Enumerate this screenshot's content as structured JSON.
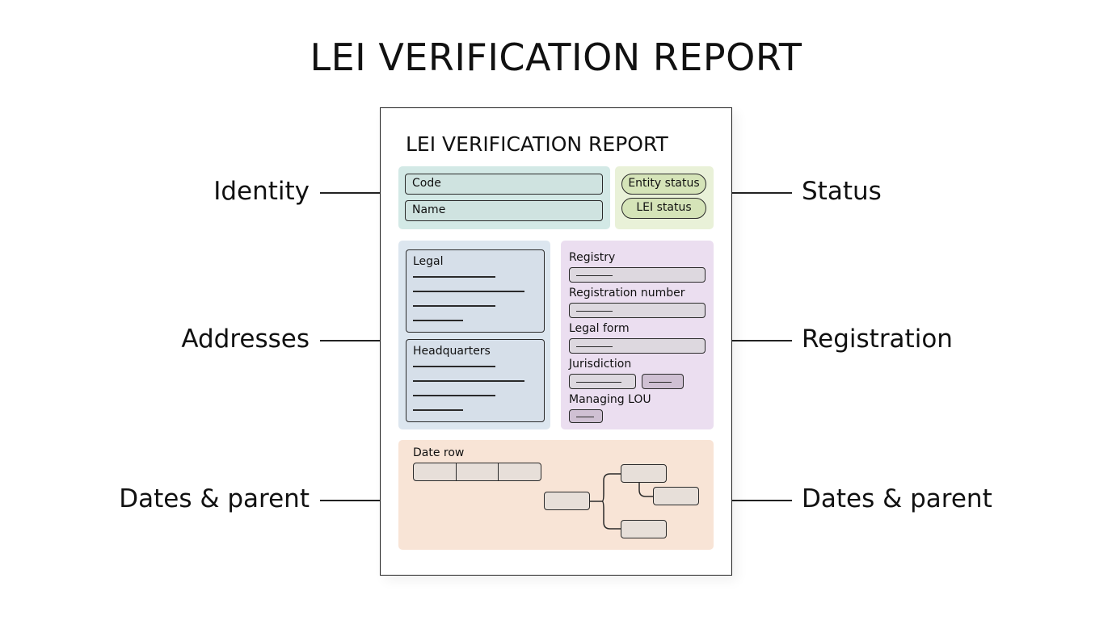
{
  "title": "LEI VERIFICATION REPORT",
  "document": {
    "title": "LEI VERIFICATION REPORT",
    "identity": {
      "fields": [
        "Code",
        "Name"
      ],
      "color": "#d3e9e6"
    },
    "status": {
      "badges": [
        "Entity status",
        "LEI status"
      ],
      "color": "#e9f1d8"
    },
    "addresses": {
      "cards": [
        "Legal",
        "Headquarters"
      ],
      "color": "#dce6ef"
    },
    "registration": {
      "labels": [
        "Registry",
        "Registration number",
        "Legal form",
        "Jurisdiction",
        "Managing LOU"
      ],
      "color": "#ebdef0"
    },
    "dates": {
      "label": "Date row",
      "cells": 3,
      "color": "#f8e4d6"
    }
  },
  "callouts": {
    "left": [
      "Identity",
      "Addresses",
      "Dates & parent"
    ],
    "right": [
      "Status",
      "Registration",
      "Dates & parent"
    ]
  }
}
